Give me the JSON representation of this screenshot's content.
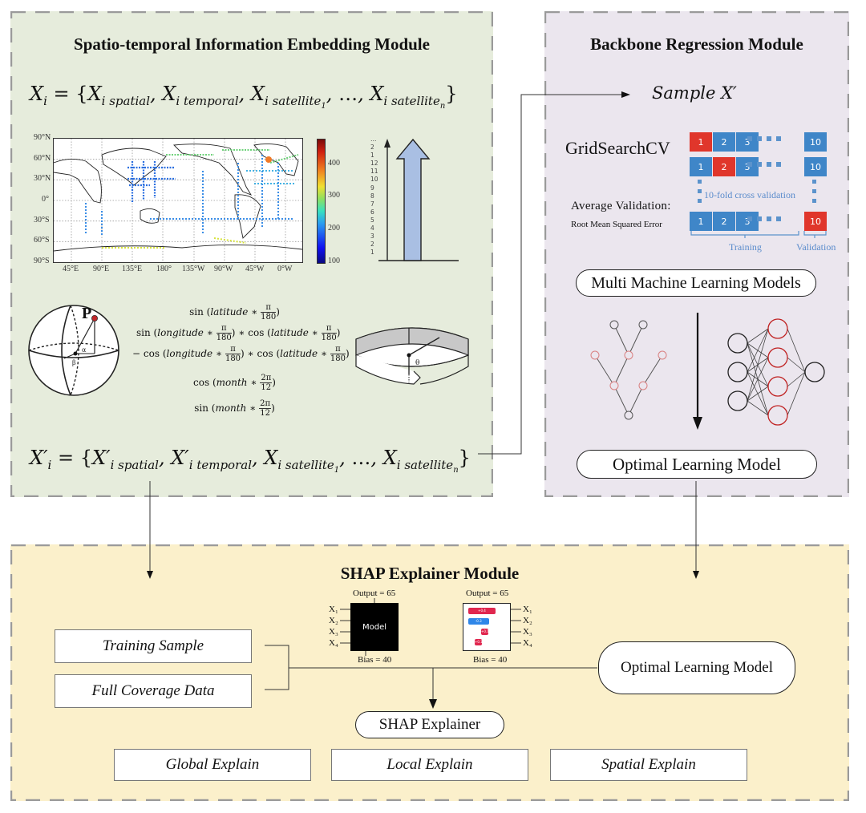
{
  "embedding_module": {
    "title": "Spatio-temporal Information Embedding Module",
    "equation_input": {
      "lhs": "X",
      "lhs_sub": "i",
      "terms": [
        {
          "base": "X",
          "sub": "i spatial"
        },
        {
          "base": "X",
          "sub": "i temporal"
        },
        {
          "base": "X",
          "sub": "i satellite",
          "subsub": "1"
        },
        {
          "base": "…",
          "sub": ""
        },
        {
          "base": "X",
          "sub": "i satellite",
          "subsub": "n"
        }
      ]
    },
    "equation_output": {
      "lhs": "X′",
      "lhs_sub": "i",
      "terms": [
        {
          "base": "X′",
          "sub": "i spatial"
        },
        {
          "base": "X′",
          "sub": "i temporal"
        },
        {
          "base": "X",
          "sub": "i satellite",
          "subsub": "1"
        },
        {
          "base": "…",
          "sub": ""
        },
        {
          "base": "X",
          "sub": "i satellite",
          "subsub": "n"
        }
      ]
    },
    "map": {
      "lat_ticks": [
        "90°N",
        "60°N",
        "30°N",
        "0°",
        "30°S",
        "60°S",
        "90°S"
      ],
      "lon_ticks": [
        "45°E",
        "90°E",
        "135°E",
        "180°",
        "135°W",
        "90°W",
        "45°W",
        "0°W"
      ],
      "colorbar": {
        "min": 100,
        "max": 470,
        "ticks": [
          "400",
          "300",
          "200",
          "100"
        ]
      }
    },
    "month_axis": {
      "labels": [
        "…",
        "2",
        "1",
        "12",
        "11",
        "10",
        "9",
        "8",
        "7",
        "6",
        "5",
        "4",
        "3",
        "2",
        "1"
      ]
    },
    "sphere": {
      "point_label": "P",
      "angle_alpha": "α",
      "angle_beta": "β"
    },
    "cylinder": {
      "angle_label": "θ"
    },
    "formulas": {
      "f1": {
        "fn": "sin",
        "var": "latitude",
        "num": "π",
        "den": "180"
      },
      "f2": {
        "a_fn": "sin",
        "a_var": "longitude",
        "b_fn": "cos",
        "b_var": "latitude",
        "num": "π",
        "den": "180"
      },
      "f3": {
        "prefix": "−",
        "a_fn": "cos",
        "a_var": "longitude",
        "b_fn": "cos",
        "b_var": "latitude",
        "num": "π",
        "den": "180"
      },
      "f4": {
        "fn": "cos",
        "var": "month",
        "num": "2π",
        "den": "12"
      },
      "f5": {
        "fn": "sin",
        "var": "month",
        "num": "2π",
        "den": "12"
      }
    }
  },
  "regression_module": {
    "title": "Backbone Regression Module",
    "sample_label": "Sample X′",
    "gridsearch_label": "GridSearchCV",
    "avg_validation_label": "Average Validation:",
    "rmse_label": "Root Mean Squared Error",
    "cv_label": "10-fold cross validation",
    "training_label": "Training",
    "validation_label": "Validation",
    "folds": [
      {
        "cells": [
          "1",
          "2",
          "3",
          "10"
        ],
        "validation_index": 0
      },
      {
        "cells": [
          "1",
          "2",
          "3",
          "10"
        ],
        "validation_index": 1
      },
      {
        "cells": [
          "1",
          "2",
          "3",
          "10"
        ],
        "validation_index": 3
      }
    ],
    "multi_models_label": "Multi Machine Learning Models",
    "optimal_model_label": "Optimal Learning Model"
  },
  "shap_module": {
    "title": "SHAP Explainer Module",
    "model_box": {
      "output_label": "Output = 65",
      "bias_label": "Bias = 40",
      "center_label": "Model",
      "features": [
        "X₁",
        "X₂",
        "X₃",
        "X₄"
      ]
    },
    "shap_box": {
      "output_label": "Output = 65",
      "bias_label": "Bias = 40",
      "features": [
        "X₁",
        "X₂",
        "X₃",
        "X₄"
      ],
      "bars": [
        {
          "label": "+0.4",
          "value": 0.4,
          "color": "#e0274f"
        },
        {
          "label": "-0.3",
          "value": -0.3,
          "color": "#2f86e8"
        },
        {
          "label": "+0.1",
          "value": 0.1,
          "color": "#e0274f"
        },
        {
          "label": "+0.1",
          "value": 0.1,
          "color": "#e0274f"
        }
      ]
    },
    "training_sample_label": "Training Sample",
    "full_coverage_label": "Full Coverage Data",
    "optimal_model_label": "Optimal Learning Model",
    "shap_explainer_label": "SHAP Explainer",
    "outputs": [
      "Global Explain",
      "Local Explain",
      "Spatial Explain"
    ]
  },
  "colors": {
    "green_panel": "#e6ecdc",
    "purple_panel": "#ebe6ee",
    "yellow_panel": "#fbf0cb",
    "fold_blue": "#3f86c8",
    "fold_red": "#e0362b"
  }
}
